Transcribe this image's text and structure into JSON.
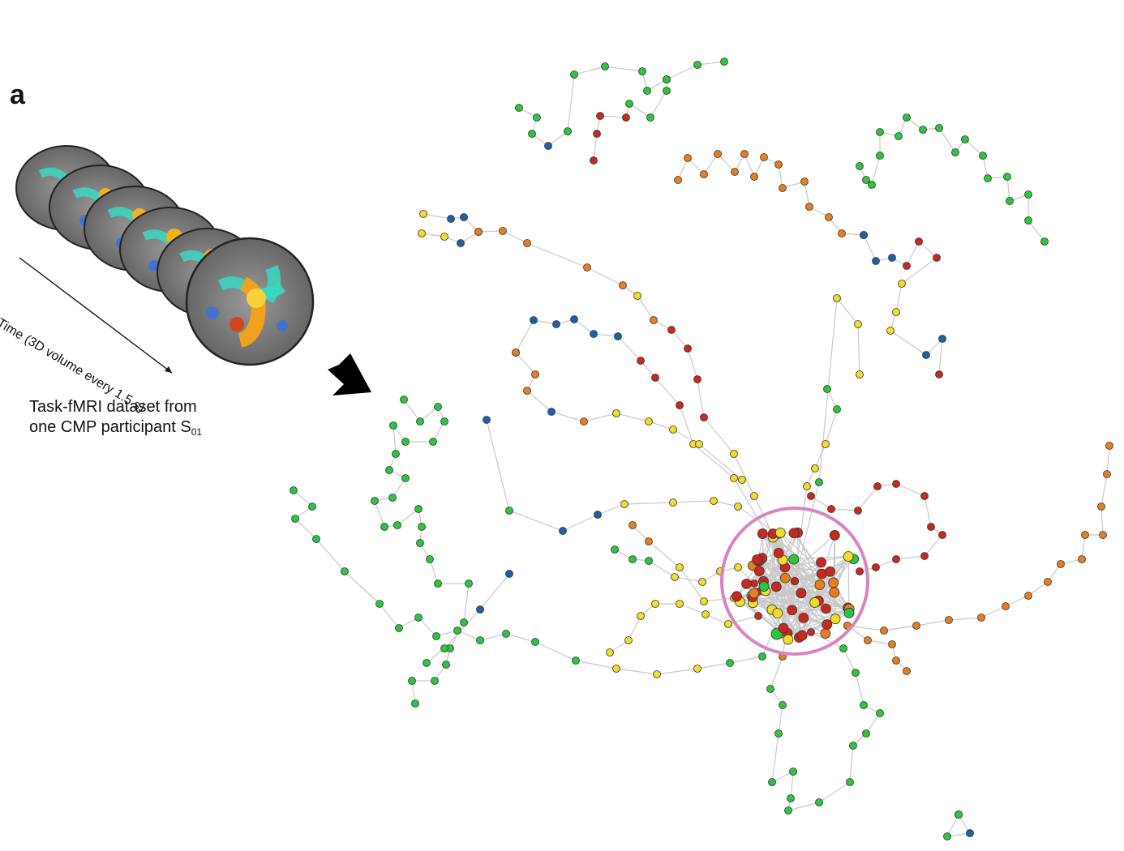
{
  "panel_label": "a",
  "time_axis_label": "Time (3D volume every 1.5 s)",
  "caption_line1": "Task-fMRI dataset from",
  "caption_line2": "one CMP participant S",
  "caption_subscript": "01",
  "colors": {
    "green": "#2bc63d",
    "blue": "#1f5fa3",
    "orange": "#e97d1e",
    "red": "#c8281f",
    "yellow": "#f0dc2a",
    "edge": "#c9c9c9",
    "highlight_circle": "#d983c0",
    "arrow": "#000000"
  },
  "icons": [
    "brain-volume-stack",
    "arrow-icon",
    "mapper-graph",
    "highlight-circle"
  ]
}
